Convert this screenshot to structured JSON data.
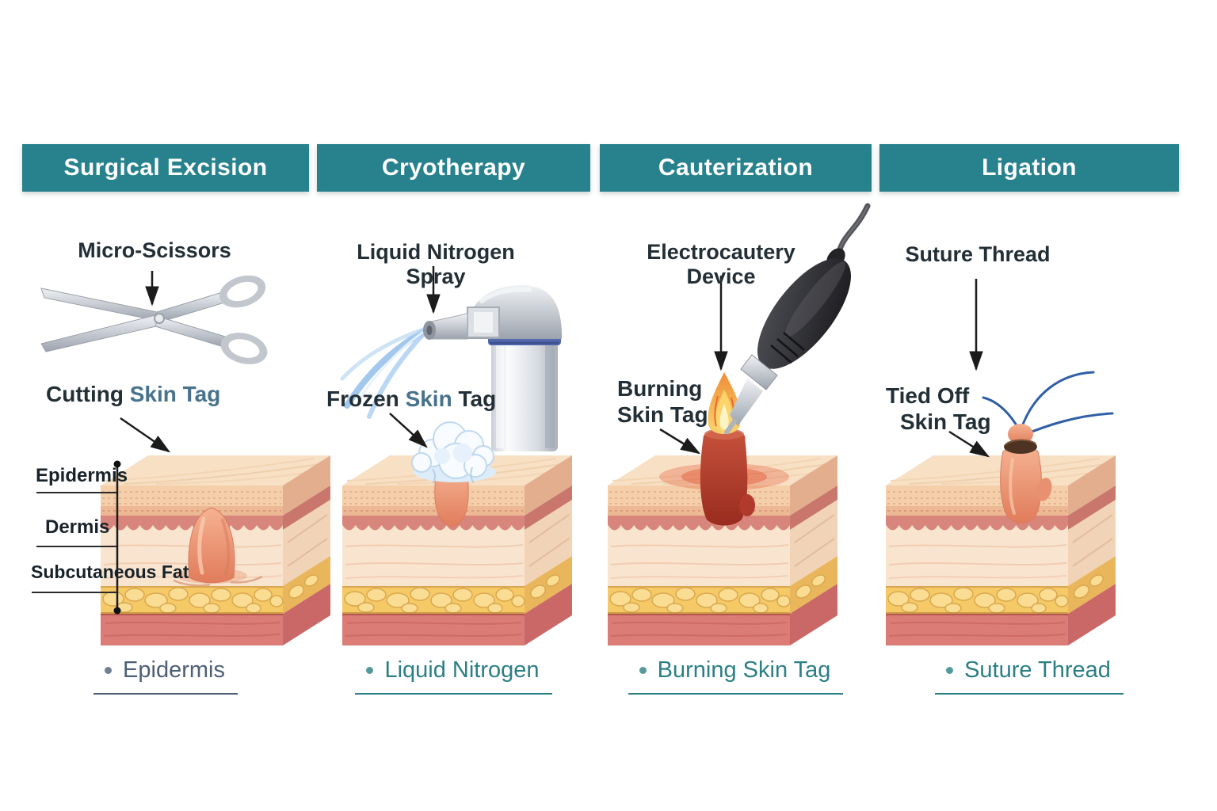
{
  "colors": {
    "header_bg": "#27828D",
    "header_text": "#FFFFFF",
    "label_dark": "#232F36",
    "accent_blue": "#47738C",
    "caption_teal": "#2B7F85",
    "caption_slate": "#4C5F75"
  },
  "panels": [
    {
      "title": "Surgical Excision",
      "tool_label": "Micro-Scissors",
      "action": {
        "pre": "Cutting ",
        "accent": "Skin Tag",
        "post": ""
      },
      "caption": "Epidermis",
      "caption_color": "#4C5F75"
    },
    {
      "title": "Cryotherapy",
      "tool_label": "Liquid Nitrogen Spray",
      "action": {
        "pre": "Frozen ",
        "accent": "Skin",
        "post": " Tag"
      },
      "caption": "Liquid Nitrogen",
      "caption_color": "#2B7F85"
    },
    {
      "title": "Cauterization",
      "tool_label": "Electrocautery Device",
      "action": {
        "line1": "Burning",
        "line2": "Skin Tag"
      },
      "caption": "Burning Skin Tag",
      "caption_color": "#2B7F85"
    },
    {
      "title": "Ligation",
      "tool_label": "Suture Thread",
      "action": {
        "line1": "Tied Off",
        "line2": "Skin Tag"
      },
      "caption": "Suture Thread",
      "caption_color": "#2B7F85"
    }
  ],
  "layer_labels": {
    "epidermis": "Epidermis",
    "dermis": "Dermis",
    "subcutaneous": "Subcutaneous Fat"
  }
}
